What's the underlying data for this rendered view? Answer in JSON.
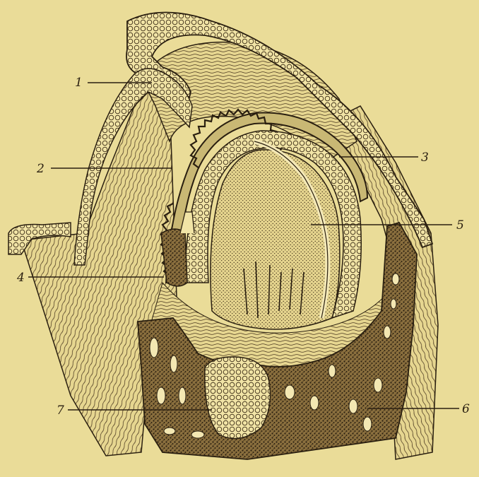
{
  "figure": {
    "labels": [
      {
        "key": "1",
        "text": "1"
      },
      {
        "key": "2",
        "text": "2"
      },
      {
        "key": "3",
        "text": "3"
      },
      {
        "key": "4",
        "text": "4"
      },
      {
        "key": "5",
        "text": "5"
      },
      {
        "key": "6",
        "text": "6"
      },
      {
        "key": "7",
        "text": "7"
      }
    ]
  },
  "colors": {
    "paper": "#eadc98",
    "ink": "#2a1f10",
    "stipple_fill": "#5a4424",
    "cell_fill": "#f1e4a6"
  }
}
